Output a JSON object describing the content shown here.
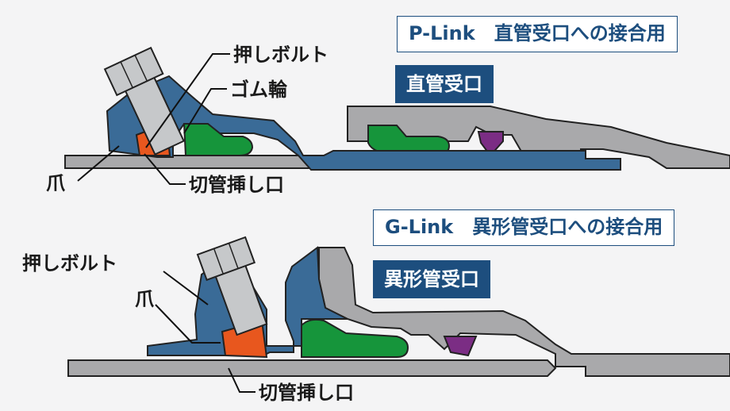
{
  "top": {
    "title": "P-Link　直管受口への接合用",
    "subtitle": "直管受口",
    "labels": {
      "bolt": "押しボルト",
      "rubber": "ゴム輪",
      "claw": "爪",
      "cut_end": "切管挿し口"
    }
  },
  "bottom": {
    "title": "G-Link　異形管受口への接合用",
    "subtitle": "異形管受口",
    "labels": {
      "bolt": "押しボルト",
      "claw": "爪",
      "cut_end": "切管挿し口"
    }
  },
  "colors": {
    "blue_body": "#3a6b97",
    "gray_socket": "#a9a9ab",
    "green_rubber": "#16953b",
    "orange_claw": "#e8571e",
    "purple_lock": "#7b2d84",
    "bolt_gray": "#c6c8ca",
    "accent": "#1d4e7e"
  }
}
